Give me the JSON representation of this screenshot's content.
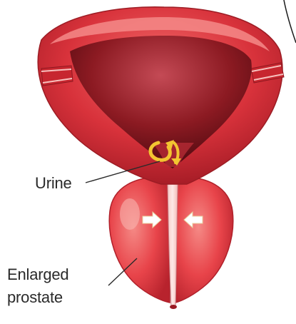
{
  "labels": {
    "urine": "Urine",
    "prostate_line1": "Enlarged",
    "prostate_line2": "prostate"
  },
  "colors": {
    "bladder_wall": "#d8323b",
    "bladder_inner": "#8c1a22",
    "prostate": "#e8444a",
    "urine_arrow": "#f2c531",
    "pressure_arrow": "#ffffff",
    "label_text": "#2a2a2a"
  },
  "icons": {
    "urine_flow": "swirl-arrow-icon",
    "compression": "inward-arrows-icon"
  }
}
